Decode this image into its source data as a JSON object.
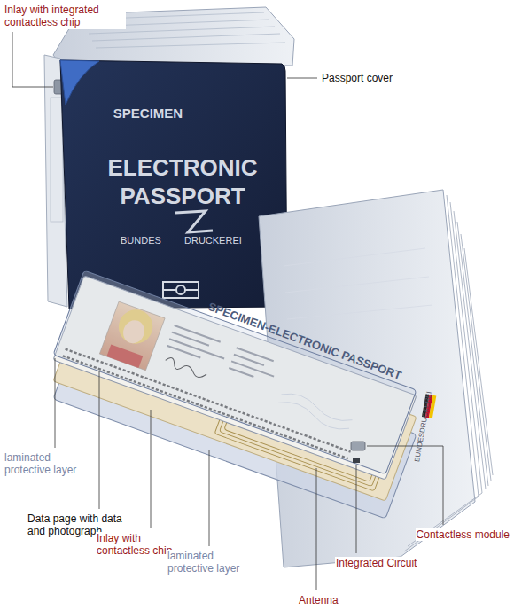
{
  "diagram": {
    "labels": [
      "Inlay with integrated contactless chip",
      "Passport cover",
      "SPECIMEN",
      "ELECTRONIC",
      "PASSPORT",
      "BUNDES",
      "DRUCKEREI",
      "SPECIMEN-ELECTRONIC PASSPORT",
      "BUNDESDRUCKEREI",
      "laminated protective layer",
      "Data page with data and photograph",
      "Inlay with contactless chip",
      "laminated protective layer",
      "Antenna",
      "Integrated Circuit",
      "Contactless module"
    ]
  }
}
